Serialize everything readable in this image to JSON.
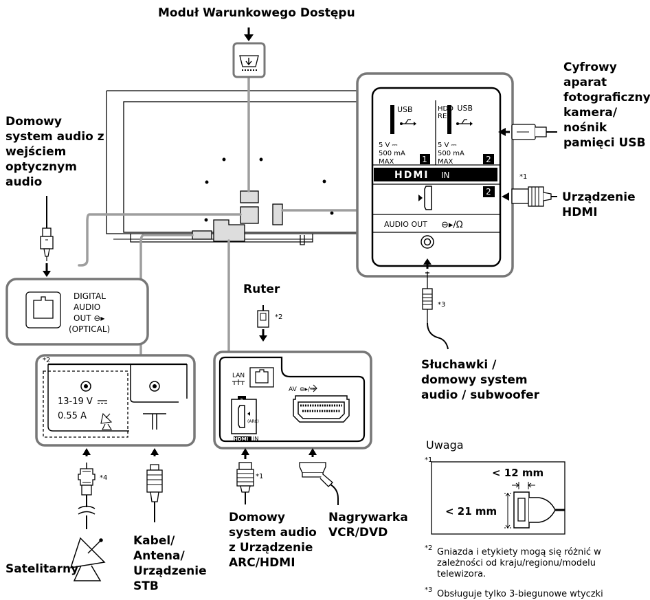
{
  "labels": {
    "cam": "Moduł Warunkowego Dostępu",
    "optical_audio": "Domowy\nsystem audio z\nwejściem\noptycznym\naudio",
    "usb_devices": "Cyfrowy\naparat\nfotograficzny/\nkamera/\nnośnik\npamięci USB",
    "hdmi_device": "Urządzenie\nHDMI",
    "router": "Ruter",
    "headphones": "Słuchawki /\ndomowy system\naudio / subwoofer",
    "arc_system": "Domowy\nsystem audio\nz Urządzenie\nARC/HDMI",
    "recorder": "Nagrywarka\nVCR/DVD",
    "cable": "Kabel/\nAntena/\nUrządzenie\nSTB",
    "satellite": "Satelitarny"
  },
  "ports": {
    "usb": "USB",
    "hdd_rec": "HDD\nREC",
    "usb_power": "5 V ⎓\n500 mA\nMAX",
    "hdmi_logo": "HDMI",
    "hdmi_in": "IN",
    "audio_out": "AUDIO OUT",
    "digital_audio": "DIGITAL\nAUDIO\nOUT\n(OPTICAL)",
    "lan": "LAN",
    "av": "AV",
    "arc": "(ARC)",
    "sat_voltage": "13-19 V",
    "sat_current": "0.55 A",
    "port_1": "1",
    "port_2": "2"
  },
  "markers": {
    "m1": "*1",
    "m2": "*2",
    "m3": "*3",
    "m4": "*4"
  },
  "notes": {
    "title": "Uwaga",
    "dim_12": "< 12 mm",
    "dim_21": "< 21 mm",
    "note2": "Gniazda i etykiety mogą się różnić w\nzależności od kraju/regionu/modelu\ntelewizora.",
    "note3": "Obsługuje tylko 3-biegunowe wtyczki"
  }
}
